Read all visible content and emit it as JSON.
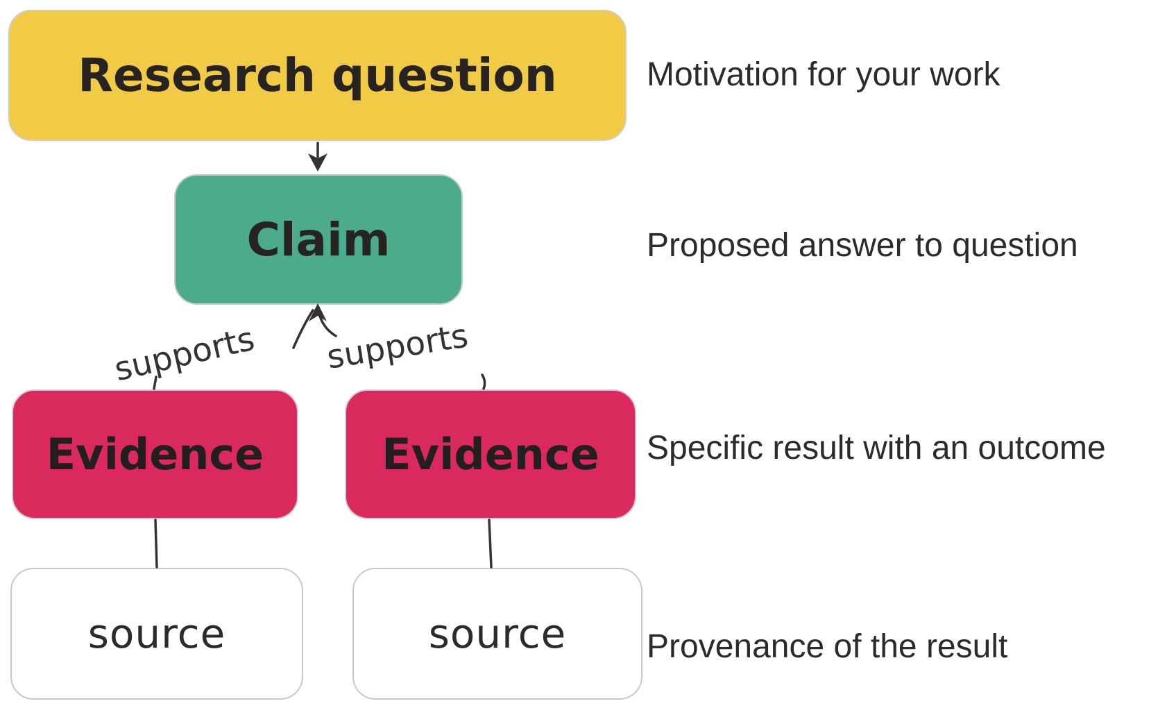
{
  "diagram": {
    "nodes": [
      {
        "id": "research-question",
        "label": "Research question",
        "fill": "#F2CB46",
        "text_color": "#262321"
      },
      {
        "id": "claim",
        "label": "Claim",
        "fill": "#4CAB8D",
        "text_color": "#262321"
      },
      {
        "id": "evidence-left",
        "label": "Evidence",
        "fill": "#D9295D",
        "text_color": "#231F20"
      },
      {
        "id": "evidence-right",
        "label": "Evidence",
        "fill": "#D9295D",
        "text_color": "#231F20"
      },
      {
        "id": "source-left",
        "label": "source",
        "fill": "#FFFFFF",
        "text_color": "#2B2B2B"
      },
      {
        "id": "source-right",
        "label": "source",
        "fill": "#FFFFFF",
        "text_color": "#2B2B2B"
      }
    ],
    "edges": [
      {
        "from": "research-question",
        "to": "claim",
        "label": ""
      },
      {
        "from": "evidence-left",
        "to": "claim",
        "label": "supports"
      },
      {
        "from": "evidence-right",
        "to": "claim",
        "label": "supports"
      },
      {
        "from": "evidence-left",
        "to": "source-left",
        "label": ""
      },
      {
        "from": "evidence-right",
        "to": "source-right",
        "label": ""
      }
    ],
    "annotations": [
      {
        "for": "research-question",
        "text": "Motivation for your work"
      },
      {
        "for": "claim",
        "text": "Proposed answer to question"
      },
      {
        "for": "evidence",
        "text": "Specific result with an outcome"
      },
      {
        "for": "source",
        "text": "Provenance of the result"
      }
    ],
    "arrow_color": "#333333",
    "background": "#FFFFFF"
  }
}
